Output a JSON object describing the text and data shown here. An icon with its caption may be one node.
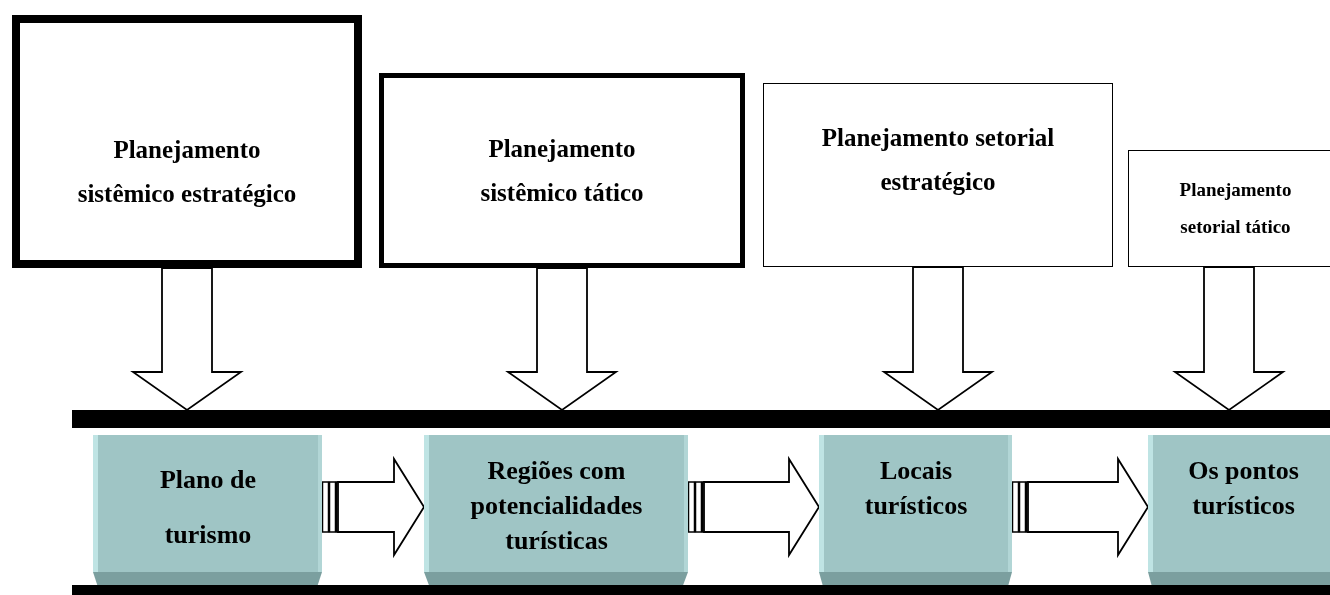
{
  "diagram": {
    "nodes": [
      {
        "text": [
          "Planejamento sistêmico estratégico"
        ]
      },
      {
        "text": [
          "Planejamento sistêmico tático"
        ]
      },
      {
        "text": [
          "Planejamento setorial estratégico"
        ]
      },
      {
        "text": [
          "Planejamento setorial tático"
        ]
      },
      {
        "text": [
          "Plano de turismo"
        ]
      },
      {
        "text": [
          "Regiões com potencialidades turísticas"
        ]
      },
      {
        "text": [
          "Locais turísticos"
        ]
      },
      {
        "text": [
          "Os pontos turísticos"
        ]
      },
      {
        "text": [],
        "shape": "bar"
      },
      {
        "text": [],
        "shape": "bar"
      }
    ],
    "edges": [
      {
        "from": 0,
        "to": 8,
        "arrow": "to"
      },
      {
        "from": 1,
        "to": 8,
        "arrow": "to"
      },
      {
        "from": 2,
        "to": 8,
        "arrow": "to"
      },
      {
        "from": 3,
        "to": 8,
        "arrow": "to"
      },
      {
        "from": 4,
        "to": 5,
        "arrow": "to"
      },
      {
        "from": 5,
        "to": 6,
        "arrow": "to"
      },
      {
        "from": 6,
        "to": 7,
        "arrow": "to"
      }
    ]
  }
}
